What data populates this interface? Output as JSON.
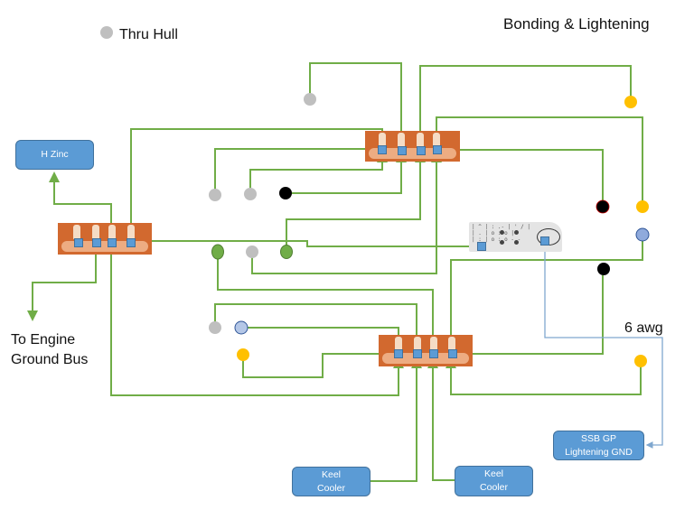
{
  "title": "Bonding & Lightening",
  "legend": {
    "label": "Thru Hull",
    "color": "#bfbfbf"
  },
  "labels": {
    "engine_ground": "To Engine Ground Bus",
    "wire_gauge": "6 awg"
  },
  "components": {
    "h_zinc": "H Zinc",
    "keel_cooler_1": "Keel Cooler",
    "keel_cooler_2": "Keel Cooler",
    "ssb_ground": "SSB GP Lightening GND"
  },
  "colors": {
    "wire_bonding": "#70ad47",
    "wire_lightning": "#9dc3e6",
    "thru_hull": "#bfbfbf",
    "node_yellow": "#ffc000",
    "node_black": "#000000",
    "node_green": "#70ad47",
    "node_lightblue": "#b4c7e7",
    "box_fill": "#5b9bd5",
    "busbar": "#d2692f"
  },
  "busbars": [
    {
      "id": "bus-top",
      "terminals": 4
    },
    {
      "id": "bus-left",
      "terminals": 4
    },
    {
      "id": "bus-bottom",
      "terminals": 4
    }
  ],
  "nodes": [
    {
      "type": "thru-hull",
      "color": "#bfbfbf"
    },
    {
      "type": "thru-hull",
      "color": "#bfbfbf"
    },
    {
      "type": "thru-hull",
      "color": "#bfbfbf"
    },
    {
      "type": "thru-hull",
      "color": "#bfbfbf"
    },
    {
      "type": "thru-hull",
      "color": "#bfbfbf"
    },
    {
      "type": "black",
      "color": "#000000"
    },
    {
      "type": "black",
      "color": "#000000"
    },
    {
      "type": "black",
      "color": "#000000"
    },
    {
      "type": "green",
      "color": "#70ad47"
    },
    {
      "type": "green",
      "color": "#70ad47"
    },
    {
      "type": "yellow",
      "color": "#ffc000"
    },
    {
      "type": "yellow",
      "color": "#ffc000"
    },
    {
      "type": "yellow",
      "color": "#ffc000"
    },
    {
      "type": "yellow",
      "color": "#ffc000"
    },
    {
      "type": "light-blue",
      "color": "#b4c7e7"
    },
    {
      "type": "light-blue",
      "color": "#b4c7e7"
    }
  ]
}
